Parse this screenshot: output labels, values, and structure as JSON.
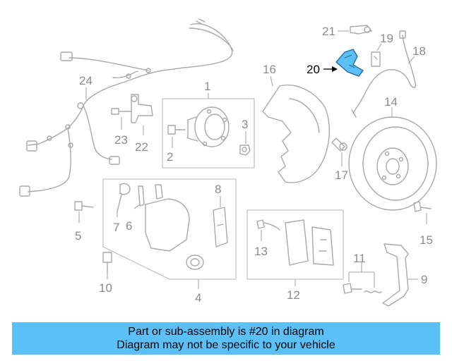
{
  "callouts": {
    "c1": "1",
    "c2": "2",
    "c3": "3",
    "c4": "4",
    "c5": "5",
    "c6": "6",
    "c7": "7",
    "c8": "8",
    "c9": "9",
    "c10": "10",
    "c11": "11",
    "c12": "12",
    "c13": "13",
    "c14": "14",
    "c15": "15",
    "c16": "16",
    "c17": "17",
    "c18": "18",
    "c19": "19",
    "c20": "20",
    "c21": "21",
    "c22": "22",
    "c23": "23",
    "c24": "24"
  },
  "highlight": {
    "part_number": "20",
    "color": "#5bc0f7"
  },
  "banner": {
    "line1": "Part or sub-assembly is #20 in diagram",
    "line2": "Diagram may not be specific to your vehicle",
    "background": "#5bc0f7"
  },
  "colors": {
    "line_art": "#a9a9a9",
    "callout_text": "#8c8c8c",
    "highlight_text": "#000000"
  }
}
